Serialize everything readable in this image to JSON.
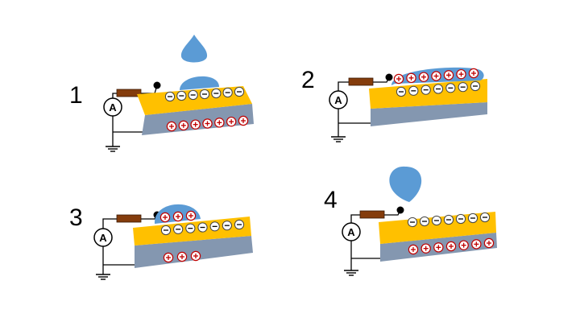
{
  "panels": [
    {
      "step": "1",
      "droplet": "falling",
      "surface_negative": 7,
      "bottom_positive": 7,
      "droplet_positive": 0
    },
    {
      "step": "2",
      "droplet": "spread",
      "surface_negative": 7,
      "bottom_positive": 0,
      "droplet_positive": 7
    },
    {
      "step": "3",
      "droplet": "partial",
      "surface_negative": 7,
      "bottom_positive": 3,
      "droplet_positive": 3
    },
    {
      "step": "4",
      "droplet": "leaving",
      "surface_negative": 7,
      "bottom_positive": 7,
      "droplet_positive": 0
    }
  ],
  "ammeter_label": "A",
  "colors": {
    "dielectric": "#ffc000",
    "electrode": "#8497b0",
    "droplet": "#5b9bd5",
    "resistor": "#843c0c",
    "charge_ring": "#c00000",
    "ground_wire": "#000000"
  },
  "icons": {
    "negative_charge": "circled-minus-icon",
    "positive_charge": "circled-plus-icon",
    "ammeter": "ammeter-icon",
    "resistor": "resistor-icon",
    "ground": "ground-icon"
  }
}
